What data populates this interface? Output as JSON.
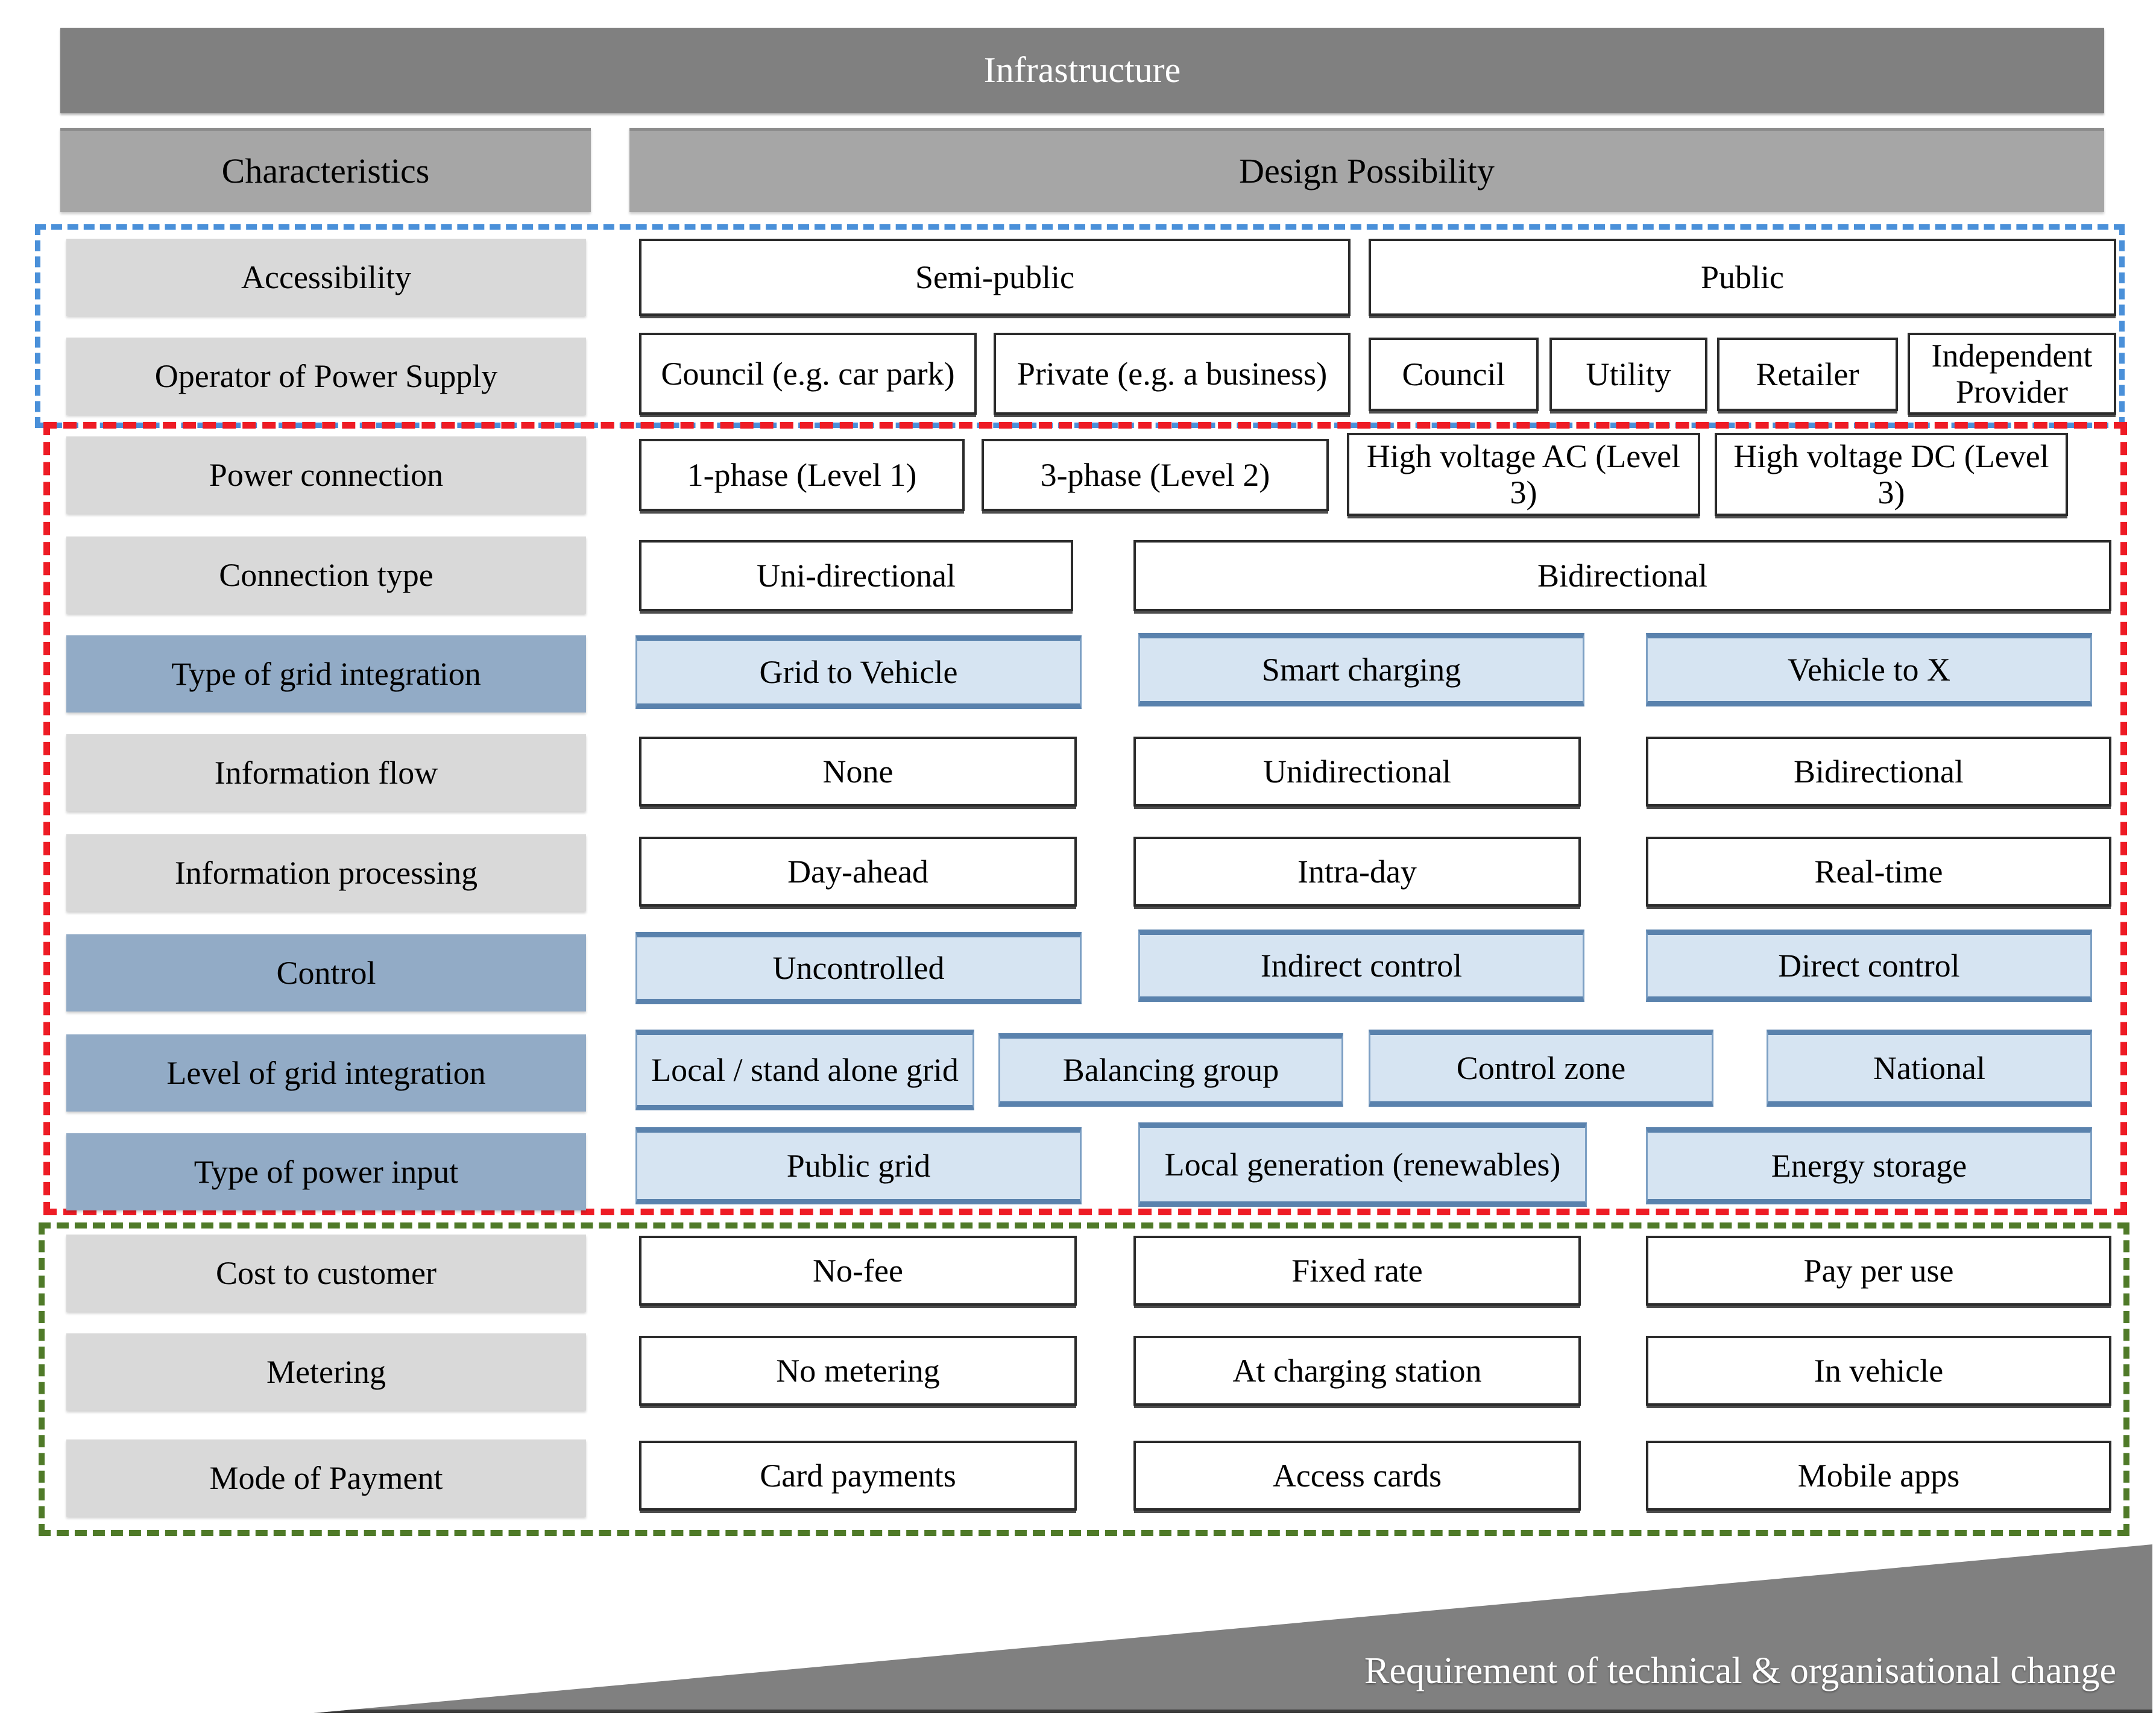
{
  "header": {
    "banner_title": "Infrastructure",
    "col_characteristics": "Characteristics",
    "col_design_possibility": "Design Possibility"
  },
  "colors": {
    "banner_grey": "#808080",
    "subheader_grey": "#a6a6a6",
    "label_grey": "#d9d9d9",
    "label_blue": "#92abc6",
    "option_blue_fill": "#d6e4f2",
    "option_blue_border": "#5a82ad",
    "group_blue": "#4a90d9",
    "group_red": "#ee1c25",
    "group_green": "#4f7a28",
    "text_black": "#000000",
    "text_white": "#ffffff"
  },
  "rows": [
    {
      "label": "Accessibility",
      "label_style": "grey",
      "option_style": "white",
      "options": [
        {
          "text": "Semi-public"
        },
        {
          "text": "Public"
        }
      ]
    },
    {
      "label": "Operator of Power Supply",
      "label_style": "grey",
      "option_style": "white",
      "options": [
        {
          "text": "Council (e.g. car park)"
        },
        {
          "text": "Private (e.g. a business)"
        },
        {
          "text": "Council"
        },
        {
          "text": "Utility"
        },
        {
          "text": "Retailer"
        },
        {
          "text": "Independent Provider"
        }
      ]
    },
    {
      "label": "Power connection",
      "label_style": "grey",
      "option_style": "white",
      "options": [
        {
          "text": "1-phase (Level 1)"
        },
        {
          "text": "3-phase (Level 2)"
        },
        {
          "text": "High voltage AC (Level 3)"
        },
        {
          "text": "High voltage DC (Level 3)"
        }
      ]
    },
    {
      "label": "Connection type",
      "label_style": "grey",
      "option_style": "white",
      "options": [
        {
          "text": "Uni-directional"
        },
        {
          "text": "Bidirectional"
        }
      ]
    },
    {
      "label": "Type of grid integration",
      "label_style": "blue",
      "option_style": "blue",
      "options": [
        {
          "text": "Grid to Vehicle"
        },
        {
          "text": "Smart charging"
        },
        {
          "text": "Vehicle to X"
        }
      ]
    },
    {
      "label": "Information flow",
      "label_style": "grey",
      "option_style": "white",
      "options": [
        {
          "text": "None"
        },
        {
          "text": "Unidirectional"
        },
        {
          "text": "Bidirectional"
        }
      ]
    },
    {
      "label": "Information processing",
      "label_style": "grey",
      "option_style": "white",
      "options": [
        {
          "text": "Day-ahead"
        },
        {
          "text": "Intra-day"
        },
        {
          "text": "Real-time"
        }
      ]
    },
    {
      "label": "Control",
      "label_style": "blue",
      "option_style": "blue",
      "options": [
        {
          "text": "Uncontrolled"
        },
        {
          "text": "Indirect control"
        },
        {
          "text": "Direct control"
        }
      ]
    },
    {
      "label": "Level of grid integration",
      "label_style": "blue",
      "option_style": "blue",
      "options": [
        {
          "text": "Local / stand alone grid"
        },
        {
          "text": "Balancing group"
        },
        {
          "text": "Control zone"
        },
        {
          "text": "National"
        }
      ]
    },
    {
      "label": "Type of power input",
      "label_style": "blue",
      "option_style": "blue",
      "options": [
        {
          "text": "Public grid"
        },
        {
          "text": "Local generation (renewables)"
        },
        {
          "text": "Energy storage"
        }
      ]
    },
    {
      "label": "Cost to customer",
      "label_style": "grey",
      "option_style": "white",
      "options": [
        {
          "text": "No-fee"
        },
        {
          "text": "Fixed rate"
        },
        {
          "text": "Pay per use"
        }
      ]
    },
    {
      "label": "Metering",
      "label_style": "grey",
      "option_style": "white",
      "options": [
        {
          "text": "No metering"
        },
        {
          "text": "At charging station"
        },
        {
          "text": "In vehicle"
        }
      ]
    },
    {
      "label": "Mode of Payment",
      "label_style": "grey",
      "option_style": "white",
      "options": [
        {
          "text": "Card payments"
        },
        {
          "text": "Access cards"
        },
        {
          "text": "Mobile apps"
        }
      ]
    }
  ],
  "groups": [
    {
      "name": "accessibility-operator-group",
      "color": "blue"
    },
    {
      "name": "technical-group",
      "color": "red"
    },
    {
      "name": "commercial-group",
      "color": "green"
    }
  ],
  "footer": {
    "gradient_label": "Requirement of technical & organisational change"
  }
}
